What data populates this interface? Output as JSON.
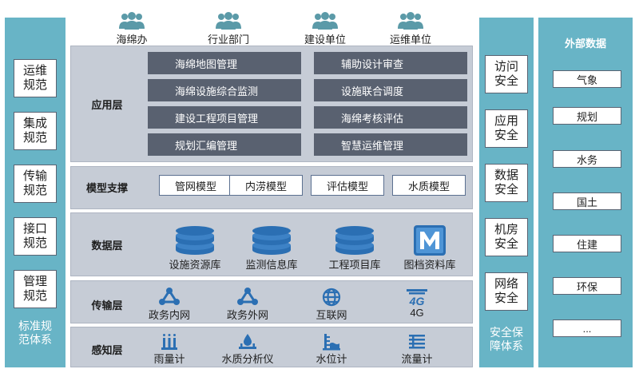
{
  "users": [
    "海绵办",
    "行业部门",
    "建设单位",
    "运维单位"
  ],
  "standards": {
    "items": [
      "运维规范",
      "集成规范",
      "传输规范",
      "接口规范",
      "管理规范"
    ],
    "footer": "标准规范体系"
  },
  "security": {
    "items": [
      "访问安全",
      "应用安全",
      "数据安全",
      "机房安全",
      "网络安全"
    ],
    "footer": "安全保障体系"
  },
  "external": {
    "title": "外部数据",
    "items": [
      "气象",
      "规划",
      "水务",
      "国土",
      "住建",
      "环保",
      "..."
    ]
  },
  "layers": {
    "app": {
      "title": "应用层",
      "items": [
        "海绵地图管理",
        "辅助设计审查",
        "海绵设施综合监测",
        "设施联合调度",
        "建设工程项目管理",
        "海绵考核评估",
        "规划汇编管理",
        "智慧运维管理"
      ]
    },
    "model": {
      "title": "模型支撑",
      "items": [
        "管网模型",
        "内涝模型",
        "评估模型",
        "水质模型"
      ]
    },
    "data": {
      "title": "数据层",
      "items": [
        "设施资源库",
        "监测信息库",
        "工程项目库",
        "图档资料库"
      ]
    },
    "trans": {
      "title": "传输层",
      "items": [
        "政务内网",
        "政务外网",
        "互联网",
        "4G"
      ]
    },
    "perc": {
      "title": "感知层",
      "items": [
        "雨量计",
        "水质分析仪",
        "水位计",
        "流量计"
      ]
    }
  },
  "colors": {
    "column_bg": "#68b4c6",
    "layer_bg": "#c6ccd6",
    "app_item_bg": "#596170",
    "icon_blue": "#2b6fb3",
    "user_icon": "#5b9aa8"
  },
  "icons": {
    "users": "people-group-icon",
    "data": "database-icon",
    "archive": "archive-m-icon",
    "network": "share-network-icon",
    "internet": "globe-icon",
    "mobile": "4g-signal-icon",
    "rain": "rain-gauge-icon",
    "quality": "water-quality-icon",
    "level": "water-level-icon",
    "flow": "flow-meter-icon"
  }
}
